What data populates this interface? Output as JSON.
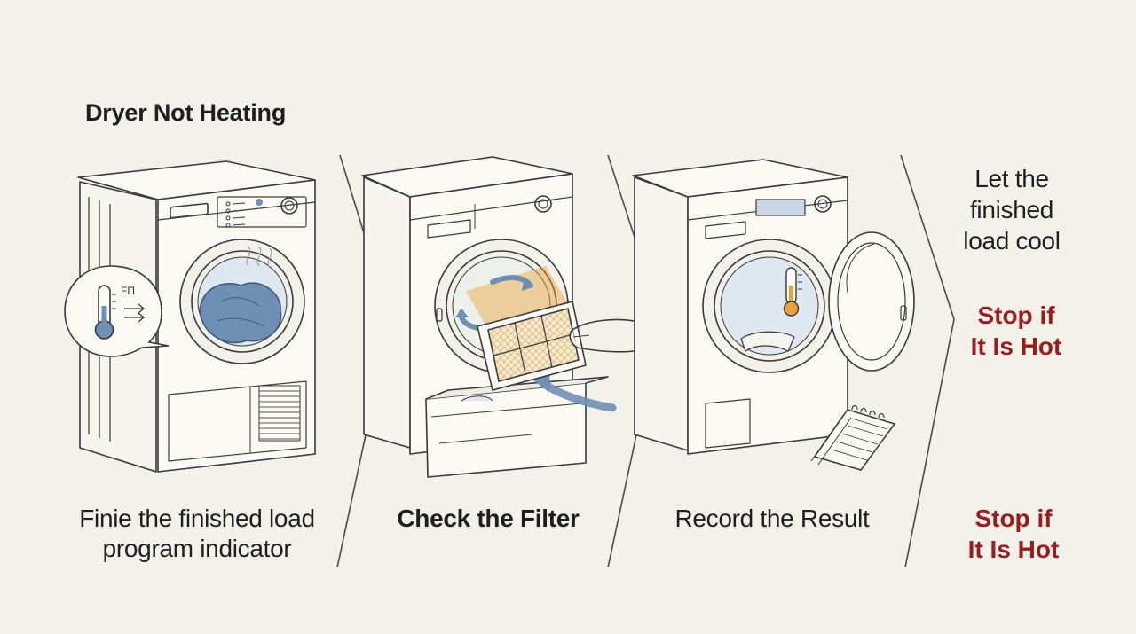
{
  "title": "Dryer Not Heating",
  "steps": [
    {
      "caption_lines": [
        "Finie the finished load",
        "program indicator"
      ]
    },
    {
      "caption_lines": [
        "Check the Filter"
      ]
    },
    {
      "caption_lines": [
        "Record the Result"
      ]
    }
  ],
  "side_panel": {
    "note_lines": [
      "Let the",
      "finished",
      "load cool"
    ],
    "warning_top_lines": [
      "Stop if",
      "It Is Hot"
    ],
    "warning_bottom_lines": [
      "Stop if",
      "It Is Hot"
    ]
  },
  "icon_labels": {
    "thermometer_badge": "FП"
  },
  "colors": {
    "background": "#f3f2ea",
    "ink": "#3a3a3a",
    "accent_blue": "#6f8fb5",
    "accent_orange": "#e9a23b",
    "warning_red": "#9b1c1c"
  }
}
